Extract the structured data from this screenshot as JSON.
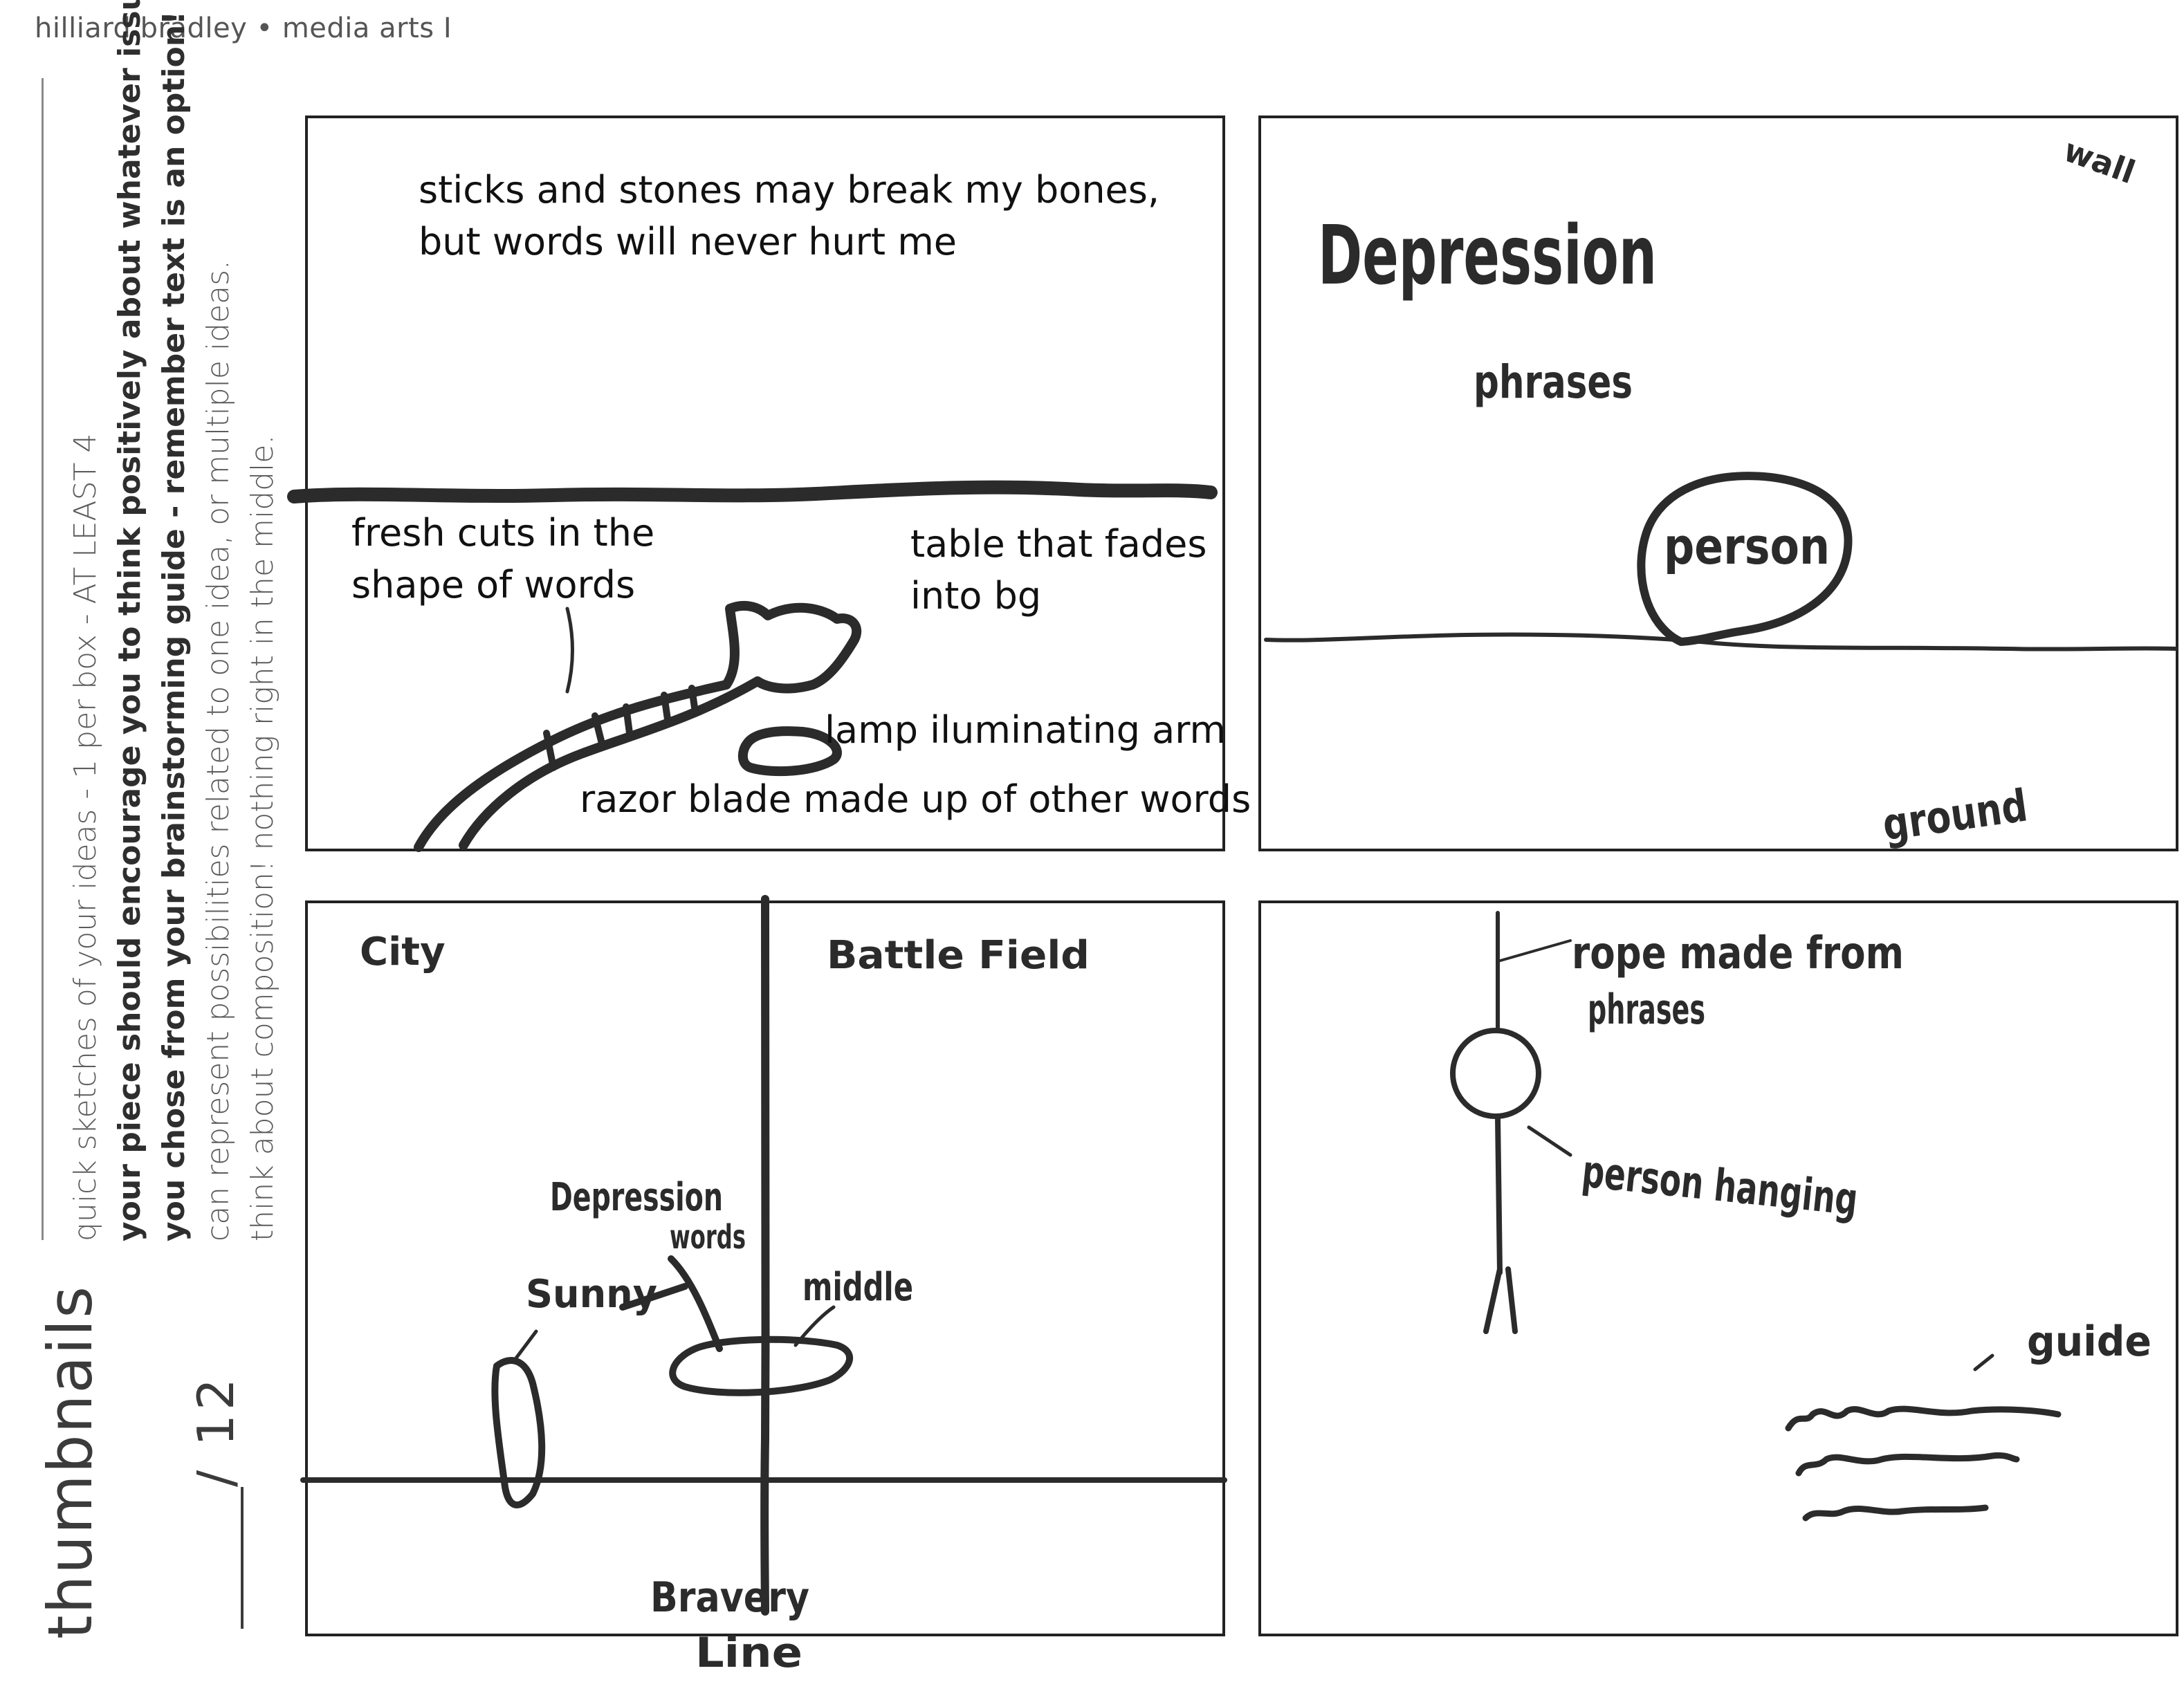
{
  "header": {
    "text": "hilliard bradley • media arts I"
  },
  "sidebar": {
    "instructions": [
      {
        "text": "quick sketches of your ideas - 1 per box - AT LEAST 4",
        "style": "light"
      },
      {
        "text": "your piece should encourage you to think positively about whatever issue",
        "style": "bold"
      },
      {
        "text": "you chose from your brainstorming guide - remember text is an option!",
        "style": "bold"
      },
      {
        "text": "can represent possibilities related to one idea, or multiple ideas.",
        "style": "light"
      },
      {
        "text": "think about composition! nothing right in the middle.",
        "style": "light"
      }
    ],
    "title": "thumbnails",
    "score": "/ 12"
  },
  "panels": {
    "p1": {
      "quote_line1": "sticks and stones may break my bones,",
      "quote_line2": "but words will never hurt me",
      "label_cuts_1": "fresh cuts in the",
      "label_cuts_2": "shape of words",
      "label_table_1": "table that fades",
      "label_table_2": "into bg",
      "label_lamp": "lamp iluminating arm",
      "label_razor": "razor blade made up of other words"
    },
    "p2": {
      "label_wall": "wall",
      "label_depression": "Depression",
      "label_phrases": "phrases",
      "label_person": "person",
      "label_ground": "ground"
    },
    "p3": {
      "label_city": "City",
      "label_battle": "Battle Field",
      "label_depression": "Depression",
      "label_words": "words",
      "label_sunny": "Sunny",
      "label_middle": "middle",
      "label_bravery_1": "Bravery",
      "label_bravery_2": "Line"
    },
    "p4": {
      "label_rope_1": "rope made from",
      "label_rope_2": "phrases",
      "label_person": "person hanging",
      "label_guide": "guide"
    }
  },
  "colors": {
    "ink": "#2b2b2b",
    "text": "#111111",
    "sidebar_text": "#3a3a3a"
  }
}
